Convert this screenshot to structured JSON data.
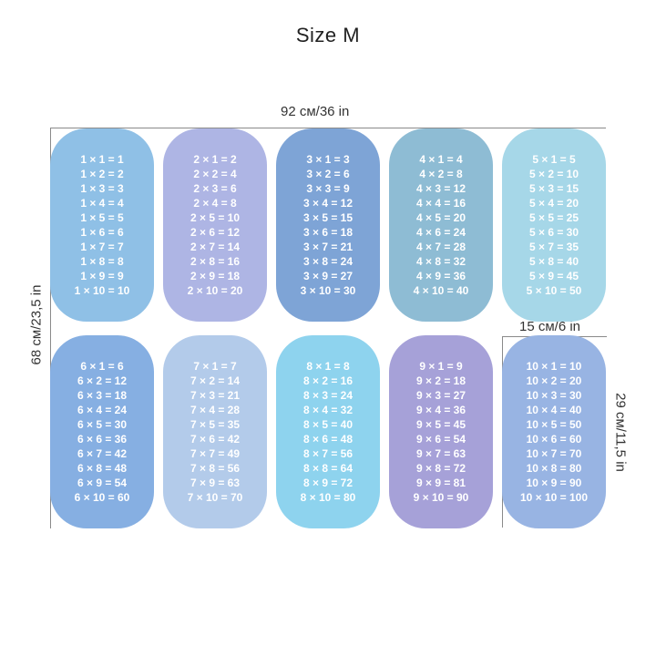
{
  "title": "Size M",
  "dimensions": {
    "width_label": "92 см/36 in",
    "height_label": "68 см/23,5 in",
    "card_width_label": "15 см/6 in",
    "card_height_label": "29 см/11,5 in"
  },
  "cards": [
    {
      "color": "#8fc0e6",
      "rows": [
        "1 × 1 = 1",
        "1 × 2 = 2",
        "1 × 3 = 3",
        "1 × 4 = 4",
        "1 × 5 = 5",
        "1 × 6 = 6",
        "1 × 7 = 7",
        "1 × 8 = 8",
        "1 × 9 = 9",
        "1 × 10 = 10"
      ]
    },
    {
      "color": "#aeb5e4",
      "rows": [
        "2 × 1 = 2",
        "2 × 2 = 4",
        "2 × 3 = 6",
        "2 × 4 = 8",
        "2 × 5 = 10",
        "2 × 6 = 12",
        "2 × 7 = 14",
        "2 × 8 = 16",
        "2 × 9 = 18",
        "2 × 10 = 20"
      ]
    },
    {
      "color": "#7ea4d6",
      "rows": [
        "3 × 1 = 3",
        "3 × 2 = 6",
        "3 × 3 = 9",
        "3 × 4 = 12",
        "3 × 5 = 15",
        "3 × 6 = 18",
        "3 × 7 = 21",
        "3 × 8 = 24",
        "3 × 9 = 27",
        "3 × 10 = 30"
      ]
    },
    {
      "color": "#8ebcd4",
      "rows": [
        "4 × 1 = 4",
        "4 × 2 = 8",
        "4 × 3 = 12",
        "4 × 4 = 16",
        "4 × 5 = 20",
        "4 × 6 = 24",
        "4 × 7 = 28",
        "4 × 8 = 32",
        "4 × 9 = 36",
        "4 × 10 = 40"
      ]
    },
    {
      "color": "#a6d7e8",
      "rows": [
        "5 × 1 = 5",
        "5 × 2 = 10",
        "5 × 3 = 15",
        "5 × 4 = 20",
        "5 × 5 = 25",
        "5 × 6 = 30",
        "5 × 7 = 35",
        "5 × 8 = 40",
        "5 × 9 = 45",
        "5 × 10 = 50"
      ]
    },
    {
      "color": "#86afe2",
      "rows": [
        "6 × 1 = 6",
        "6 × 2 = 12",
        "6 × 3 = 18",
        "6 × 4 = 24",
        "6 × 5 = 30",
        "6 × 6 = 36",
        "6 × 7 = 42",
        "6 × 8 = 48",
        "6 × 9 = 54",
        "6 × 10 = 60"
      ]
    },
    {
      "color": "#b3cbea",
      "rows": [
        "7 × 1 = 7",
        "7 × 2 = 14",
        "7 × 3 = 21",
        "7 × 4 = 28",
        "7 × 5 = 35",
        "7 × 6 = 42",
        "7 × 7 = 49",
        "7 × 8 = 56",
        "7 × 9 = 63",
        "7 × 10 = 70"
      ]
    },
    {
      "color": "#8ed3ee",
      "rows": [
        "8 × 1 = 8",
        "8 × 2 = 16",
        "8 × 3 = 24",
        "8 × 4 = 32",
        "8 × 5 = 40",
        "8 × 6 = 48",
        "8 × 7 = 56",
        "8 × 8 = 64",
        "8 × 9 = 72",
        "8 × 10 = 80"
      ]
    },
    {
      "color": "#a6a1d8",
      "rows": [
        "9 × 1 = 9",
        "9 × 2 = 18",
        "9 × 3 = 27",
        "9 × 4 = 36",
        "9 × 5 = 45",
        "9 × 6 = 54",
        "9 × 7 = 63",
        "9 × 8 = 72",
        "9 × 9 = 81",
        "9 × 10 = 90"
      ]
    },
    {
      "color": "#98b4e3",
      "rows": [
        "10 × 1 = 10",
        "10 × 2 = 20",
        "10 × 3 = 30",
        "10 × 4 = 40",
        "10 × 5 = 50",
        "10 × 6 = 60",
        "10 × 7 = 70",
        "10 × 8 = 80",
        "10 × 9 = 90",
        "10 × 10 = 100"
      ]
    }
  ]
}
